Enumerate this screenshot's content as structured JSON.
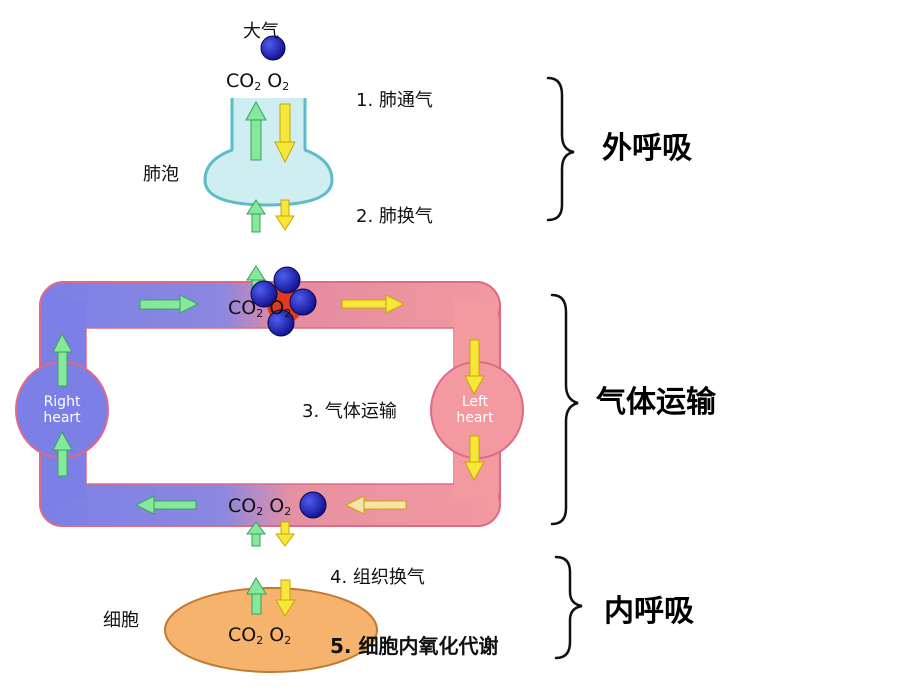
{
  "labels": {
    "atmosphere": "大气",
    "alveolus": "肺泡",
    "cell": "细胞",
    "right_heart": "Right\nheart",
    "left_heart": "Left\nheart",
    "co2": "CO",
    "co2_sub": "2",
    "o2": "O",
    "o2_sub": "2"
  },
  "steps": [
    {
      "label": "1. 肺通气"
    },
    {
      "label": "2. 肺换气"
    },
    {
      "label": "3. 气体运输"
    },
    {
      "label": "4. 组织换气"
    },
    {
      "label": "5. 细胞内氧化代谢"
    }
  ],
  "groups": [
    {
      "label": "外呼吸"
    },
    {
      "label": "气体运输"
    },
    {
      "label": "内呼吸"
    }
  ],
  "colors": {
    "venous": "#7b7fe6",
    "arterial": "#f29aa0",
    "alveolus_fill": "#cfeef2",
    "alveolus_stroke": "#5dbcc8",
    "cell_fill": "#f6b36e",
    "cell_stroke": "#c27a30",
    "co2_arrow": "#86e89a",
    "o2_arrow": "#f6e83a",
    "molecule": "#1a1ab8",
    "hemoglobin": "#e03a1a"
  },
  "icons": [
    "up-arrow-icon",
    "down-arrow-icon",
    "right-arrow-icon",
    "left-arrow-icon",
    "molecule-icon",
    "brace-icon"
  ]
}
